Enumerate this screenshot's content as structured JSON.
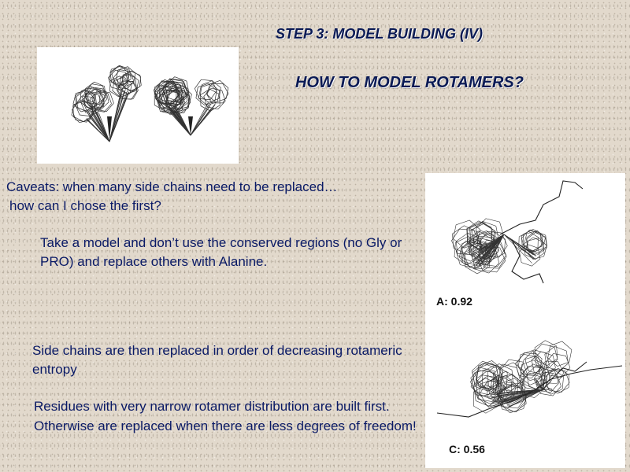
{
  "slide": {
    "title": "STEP 3: MODEL BUILDING (IV)",
    "subtitle": "HOW TO MODEL ROTAMERS?",
    "caveat_line1": "Caveats: when many side chains need to be replaced…",
    "caveat_line2": "how can I chose the first?",
    "paragraph1": "Take a model and don’t use the conserved regions (no Gly or PRO) and replace others with Alanine.",
    "paragraph2": "Side chains are then replaced in order of decreasing rotameric entropy",
    "paragraph3": "Residues with very narrow rotamer distribution are built first. Otherwise are replaced when there are less degrees of freedom!",
    "figure": {
      "label_a": "A: 0.92",
      "label_c": "C: 0.56"
    }
  }
}
